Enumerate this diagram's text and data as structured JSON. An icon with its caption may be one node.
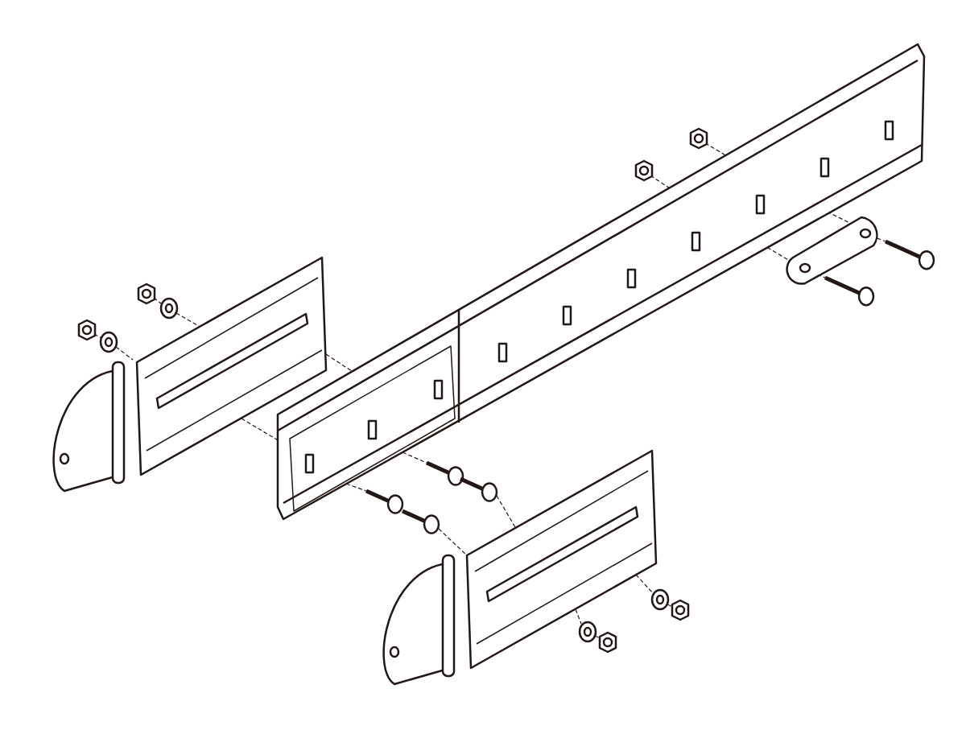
{
  "diagram": {
    "nodes": [
      {
        "text": [],
        "shape": "nut"
      },
      {
        "text": [],
        "shape": "nut"
      },
      {
        "text": [],
        "shape": "rail"
      },
      {
        "text": [],
        "shape": "plate"
      },
      {
        "text": [],
        "shape": "bolt"
      },
      {
        "text": [],
        "shape": "bolt"
      },
      {
        "text": [],
        "shape": "nut"
      },
      {
        "text": [],
        "shape": "washer"
      },
      {
        "text": [],
        "shape": "nut"
      },
      {
        "text": [],
        "shape": "washer"
      },
      {
        "text": [],
        "shape": "bracket"
      },
      {
        "text": [],
        "shape": "bolt"
      },
      {
        "text": [],
        "shape": "bolt"
      },
      {
        "text": [],
        "shape": "bolt"
      },
      {
        "text": [],
        "shape": "bolt"
      },
      {
        "text": [],
        "shape": "bracket"
      },
      {
        "text": [],
        "shape": "washer"
      },
      {
        "text": [],
        "shape": "nut"
      },
      {
        "text": [],
        "shape": "washer"
      },
      {
        "text": [],
        "shape": "nut"
      }
    ],
    "edges": [
      {
        "from": 0,
        "to": 2,
        "arrow": "none",
        "style": "dashed"
      },
      {
        "from": 1,
        "to": 2,
        "arrow": "none",
        "style": "dashed"
      },
      {
        "from": 2,
        "to": 3,
        "arrow": "none",
        "style": "dashed"
      },
      {
        "from": 2,
        "to": 3,
        "arrow": "none",
        "style": "dashed"
      },
      {
        "from": 3,
        "to": 4,
        "arrow": "none",
        "style": "dashed"
      },
      {
        "from": 3,
        "to": 5,
        "arrow": "none",
        "style": "dashed"
      },
      {
        "from": 6,
        "to": 7,
        "arrow": "none",
        "style": "dashed"
      },
      {
        "from": 7,
        "to": 10,
        "arrow": "none",
        "style": "dashed"
      },
      {
        "from": 8,
        "to": 9,
        "arrow": "none",
        "style": "dashed"
      },
      {
        "from": 9,
        "to": 10,
        "arrow": "none",
        "style": "dashed"
      },
      {
        "from": 10,
        "to": 2,
        "arrow": "none",
        "style": "dashed"
      },
      {
        "from": 10,
        "to": 2,
        "arrow": "none",
        "style": "dashed"
      },
      {
        "from": 2,
        "to": 11,
        "arrow": "none",
        "style": "dashed"
      },
      {
        "from": 2,
        "to": 13,
        "arrow": "none",
        "style": "dashed"
      },
      {
        "from": 12,
        "to": 15,
        "arrow": "none",
        "style": "dashed"
      },
      {
        "from": 14,
        "to": 15,
        "arrow": "none",
        "style": "dashed"
      },
      {
        "from": 15,
        "to": 16,
        "arrow": "none",
        "style": "dashed"
      },
      {
        "from": 16,
        "to": 17,
        "arrow": "none",
        "style": "dashed"
      },
      {
        "from": 15,
        "to": 18,
        "arrow": "none",
        "style": "dashed"
      },
      {
        "from": 18,
        "to": 19,
        "arrow": "none",
        "style": "dashed"
      }
    ]
  }
}
